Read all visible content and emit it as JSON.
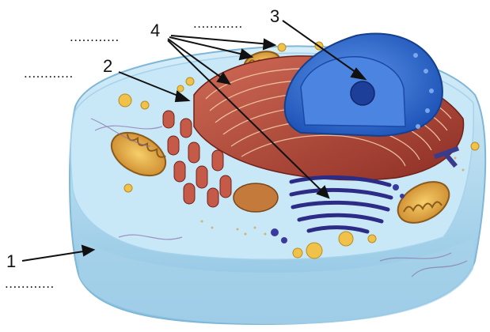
{
  "labels": {
    "one": "1",
    "two": "2",
    "three": "3",
    "four": "4"
  },
  "blanks": {
    "one": "............",
    "two": "............",
    "three": "............",
    "four": "............"
  },
  "colors": {
    "cytoplasm": "#bfe3f5",
    "membrane": "#9fd0ea",
    "nucleus": "#2f6fd6",
    "nucleolus": "#1d3f9a",
    "rough_er": "#b5473a",
    "golgi": "#3a3a9e",
    "mitochondria": "#e3a83a",
    "vesicles": "#f0c24a",
    "arrows": "#111111"
  }
}
